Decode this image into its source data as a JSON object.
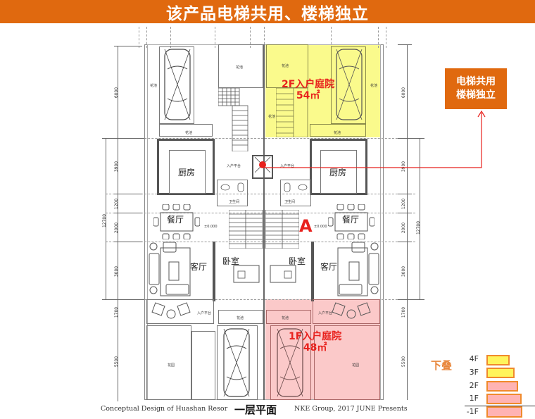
{
  "header": {
    "title": "该产品电梯共用、楼梯独立",
    "background_color": "#e0690f"
  },
  "callout": {
    "line1": "电梯共用",
    "line2": "楼梯独立",
    "background_color": "#e0690f",
    "connector_color": "#e8211d"
  },
  "floor_plan": {
    "title": "一层平面",
    "marker_label": "A",
    "courtyard_2f": {
      "label": "2F入户庭院",
      "area": "54㎡",
      "fill_color": "#fafa8c"
    },
    "courtyard_1f": {
      "label": "1F入户庭院",
      "area": "48㎡",
      "fill_color": "#fbc9c9"
    },
    "rooms": {
      "kitchen": "厨房",
      "dining": "餐厅",
      "living": "客厅",
      "bedroom": "卧室",
      "bathroom": "卫生间",
      "entry_platform": "入户平台",
      "garden": "花池",
      "yard": "花园",
      "elevation": "±0.000"
    },
    "dimensions": {
      "left_total": "12700",
      "left": [
        "6000",
        "3900",
        "1200",
        "2000",
        "3000",
        "1700",
        "5500"
      ],
      "right_total": "12700",
      "right": [
        "6000",
        "3900",
        "1200",
        "2000",
        "3000",
        "1700",
        "5500"
      ]
    }
  },
  "legend": {
    "title": "下叠",
    "floors": [
      {
        "label": "4F",
        "color": "#fff45c"
      },
      {
        "label": "3F",
        "color": "#fff45c"
      },
      {
        "label": "2F",
        "color": "#ffb3b3"
      },
      {
        "label": "1F",
        "color": "#ffb3b3"
      },
      {
        "label": "-1F",
        "color": "#ffb3b3"
      }
    ],
    "border_color": "#f08a2c"
  },
  "footer": {
    "left": "Conceptual Design of Huashan Resor",
    "right": "NKE Group,  2017 JUNE Presents"
  }
}
